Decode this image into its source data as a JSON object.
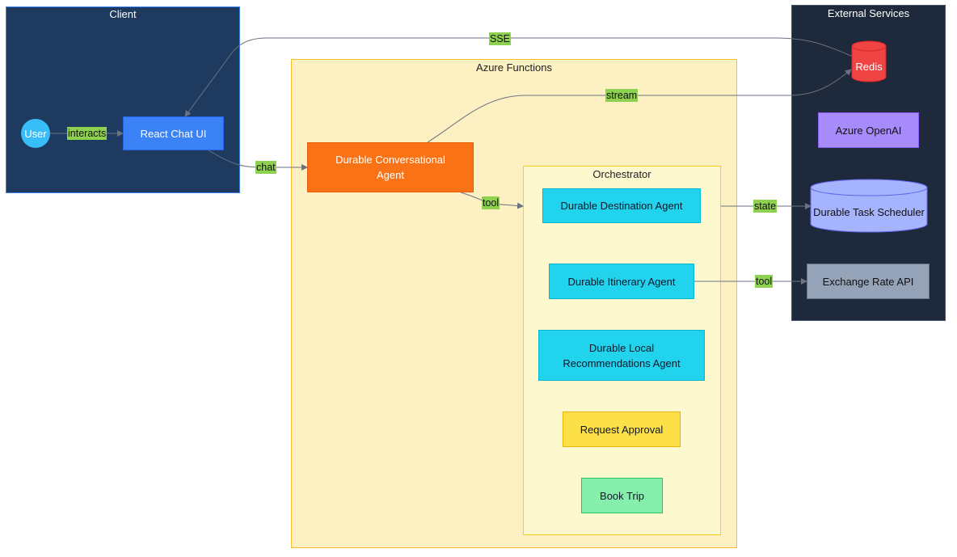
{
  "clusters": {
    "client": {
      "title": "Client"
    },
    "azure_functions": {
      "title": "Azure Functions"
    },
    "orchestrator": {
      "title": "Orchestrator"
    },
    "external_services": {
      "title": "External Services"
    }
  },
  "nodes": {
    "user": "User",
    "react_chat_ui": "React Chat UI",
    "durable_conversational_agent": "Durable Conversational Agent",
    "durable_destination_agent": "Durable Destination Agent",
    "durable_itinerary_agent": "Durable Itinerary Agent",
    "durable_local_recommendations_agent": "Durable Local Recommendations Agent",
    "request_approval": "Request Approval",
    "book_trip": "Book Trip",
    "redis": "Redis",
    "azure_openai": "Azure OpenAI",
    "durable_task_scheduler": "Durable Task Scheduler",
    "exchange_rate_api": "Exchange Rate API"
  },
  "edges": {
    "interacts": "interacts",
    "chat": "chat",
    "tool_orchestrator": "tool",
    "sse": "SSE",
    "stream": "stream",
    "state": "state",
    "tool_exchange": "tool"
  },
  "colors": {
    "client_bg": "#1e3a5f",
    "azure_functions_bg": "#fdf0c2",
    "orchestrator_bg": "#fef8cf",
    "external_bg": "#1e293b",
    "user": "#38bdf8",
    "react_chat_ui": "#3b82f6",
    "conversational_agent": "#f97316",
    "agent_cyan": "#22d3ee",
    "request_approval": "#fde047",
    "book_trip": "#86efac",
    "redis": "#ef4444",
    "azure_openai": "#a78bfa",
    "task_scheduler": "#a5b4fc",
    "exchange_rate_api": "#94a3b8",
    "edge_label_bg": "#8ed14f",
    "edge_line": "#6b7280"
  }
}
